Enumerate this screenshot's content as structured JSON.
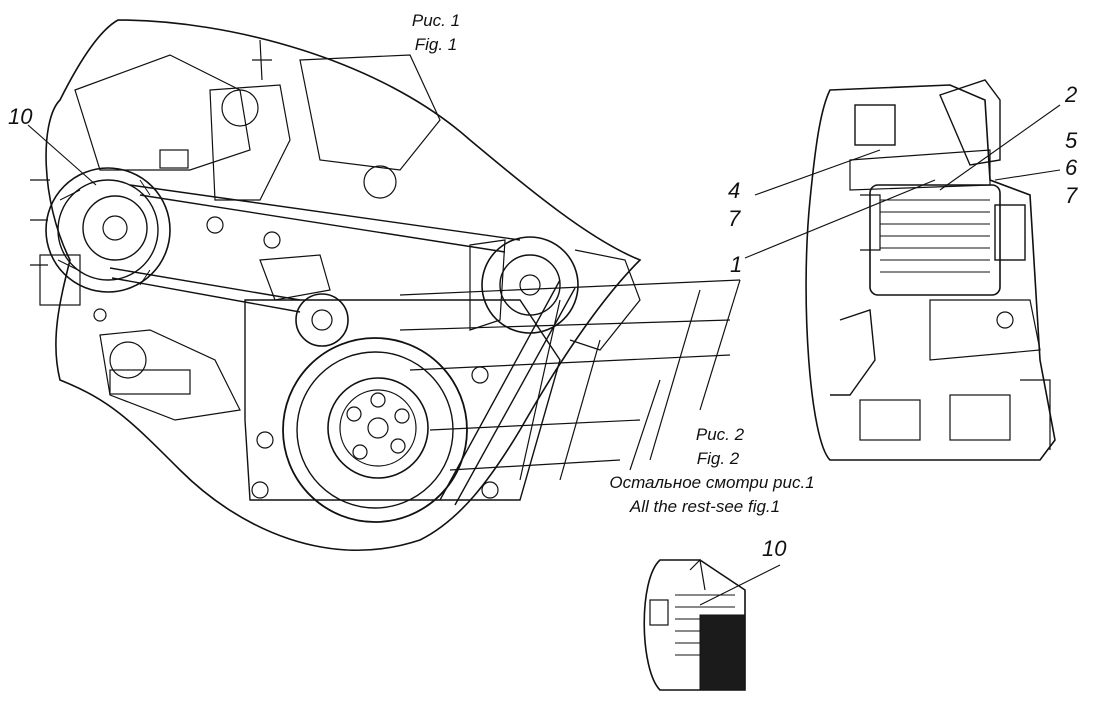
{
  "figures": {
    "fig1": {
      "caption_ru": "Рис. 1",
      "caption_en": "Fig. 1"
    },
    "fig2": {
      "caption_ru": "Рис. 2",
      "caption_en": "Fig. 2",
      "note_ru": "Остальное смотри рис.1",
      "note_en": "All the rest-see fig.1"
    }
  },
  "callouts": {
    "fig1": [
      "10"
    ],
    "fig2": [
      "2",
      "5",
      "6",
      "7",
      "4",
      "7",
      "1"
    ],
    "detail": [
      "10"
    ]
  }
}
